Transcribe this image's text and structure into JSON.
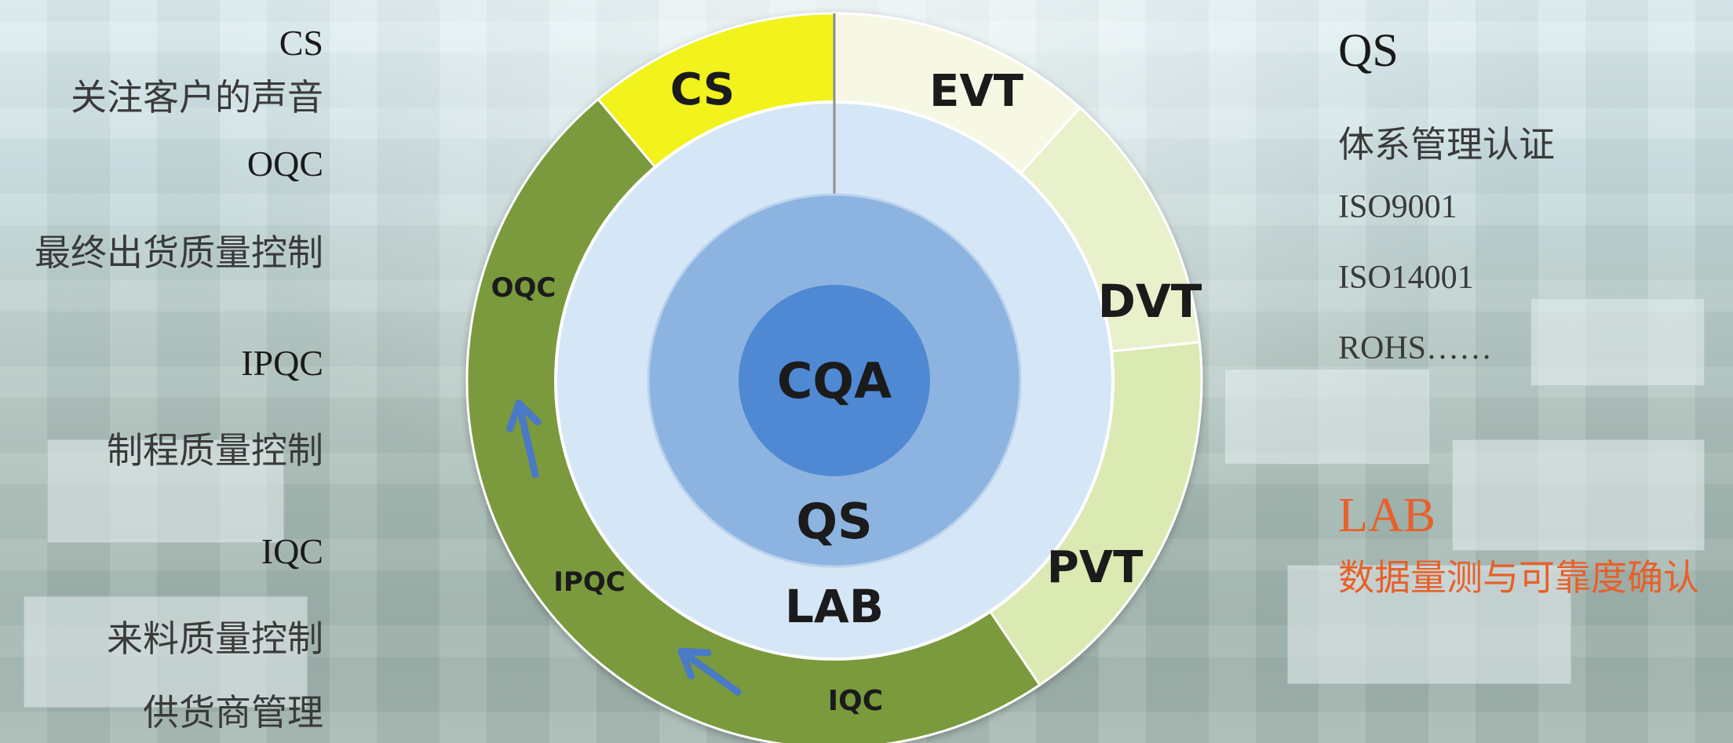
{
  "left": {
    "cs_title": "CS",
    "cs_sub": "关注客户的声音",
    "oqc_title": "OQC",
    "oqc_sub": "最终出货质量控制",
    "ipqc_title": "IPQC",
    "ipqc_sub": "制程质量控制",
    "iqc_title": "IQC",
    "iqc_sub1": "来料质量控制",
    "iqc_sub2": "供货商管理"
  },
  "right": {
    "qs_title": "QS",
    "qs_items": [
      "体系管理认证",
      "ISO9001",
      "ISO14001",
      "ROHS……"
    ],
    "lab_title": "LAB",
    "lab_sub": "数据量测与可靠度确认"
  },
  "diagram": {
    "outer_segments": [
      "CS",
      "EVT",
      "DVT",
      "PVT",
      "IQC",
      "IPQC",
      "OQC"
    ],
    "center": "CQA",
    "mid": "QS",
    "inner": "LAB"
  },
  "colors": {
    "cs_yellow": "#f2f21a",
    "evt": "#f7f8e4",
    "dvt": "#e9f0cc",
    "pvt": "#dbe9b2",
    "green": "#7a9a3c",
    "light_ring": "#d5e6f6",
    "mid_disk": "#8db4e0",
    "core": "#4f89d3",
    "arrow": "#4a79c7",
    "lab_orange": "#e8602a"
  }
}
